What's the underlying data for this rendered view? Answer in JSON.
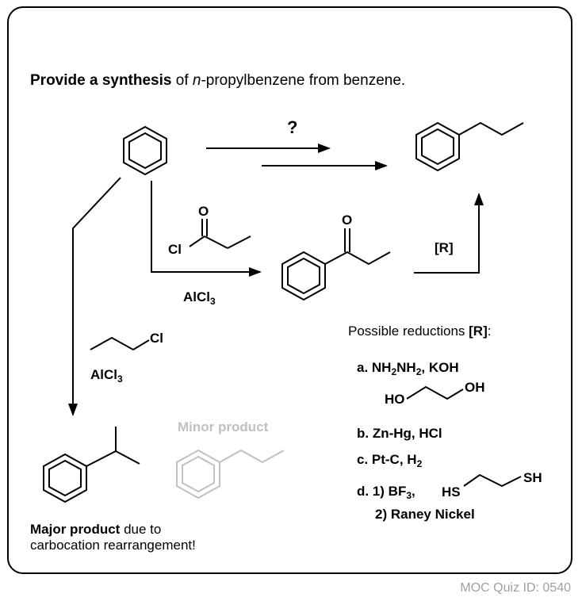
{
  "question": {
    "bold": "Provide a synthesis",
    "of": " of ",
    "italic": "n",
    "rest": "-propylbenzene from benzene."
  },
  "unknown_mark": "?",
  "reagents": {
    "cl": "Cl",
    "o": "O",
    "alcl": "AlCl",
    "three": "3",
    "r": "[R]",
    "propyl_cl": "Cl"
  },
  "reductions": {
    "heading": "Possible reductions ",
    "r_label": "[R]",
    "colon": ":",
    "a": {
      "prefix": "a. NH",
      "sub1": "2",
      "mid": "NH",
      "sub2": "2",
      "tail": ", KOH"
    },
    "glycol": {
      "left": "HO",
      "right": "OH"
    },
    "b": "b. Zn-Hg, HCl",
    "c": {
      "text": "c. Pt-C, H",
      "sub": "2"
    },
    "d1": {
      "text": "d. 1) BF",
      "sub": "3",
      "tail": ",",
      "hs": "HS",
      "sh": "SH"
    },
    "d2": "2) Raney Nickel"
  },
  "minor_product": "Minor product",
  "major": {
    "bold": "Major product",
    "rest": " due to",
    "line2": "carbocation rearrangement!"
  },
  "footer": "MOC Quiz ID: 0540"
}
